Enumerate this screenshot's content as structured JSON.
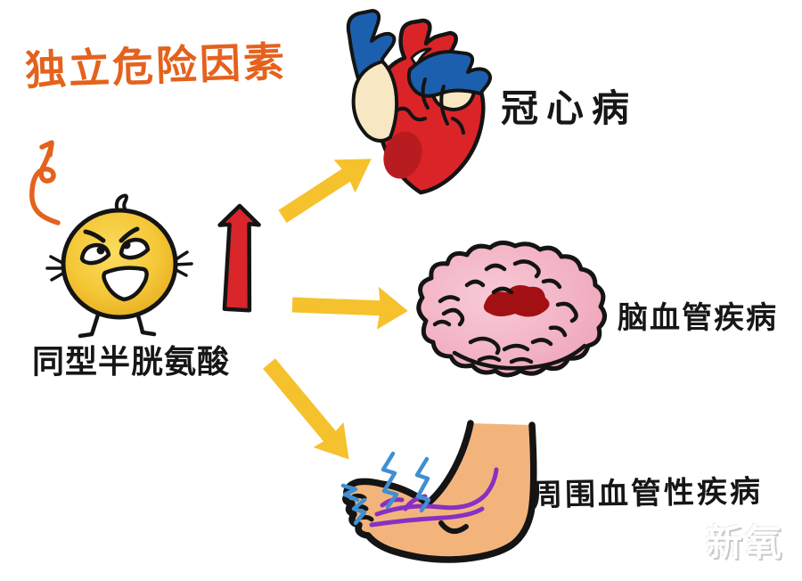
{
  "title": {
    "text": "独立危险因素"
  },
  "source": {
    "label": "同型半胱氨酸",
    "character": "homocysteine-ball-character",
    "trend": "increase"
  },
  "targets": [
    {
      "label": "冠心病",
      "organ": "heart"
    },
    {
      "label": "脑血管疾病",
      "organ": "brain"
    },
    {
      "label": "周围血管性疾病",
      "organ": "foot"
    }
  ],
  "watermark": {
    "text": "新氧"
  },
  "colors": {
    "page_bg": "#FFFFFF",
    "outline": "#141414",
    "title_orange": "#E4621D",
    "label_black": "#161616",
    "red_arrow": "#D8262B",
    "yellow_arrow": "#F5C22D",
    "ball_light": "#FBDC60",
    "ball_mid": "#F4C838",
    "ball_edge": "#E7AC20",
    "heart_red": "#DB2428",
    "heart_patch": "#B91C20",
    "vessel_blue": "#1C5FAF",
    "atrium_cream": "#F7E7C2",
    "brain_pink_light": "#F8CBD7",
    "brain_pink": "#EFA4BA",
    "brain_clot": "#A31013",
    "foot_skin": "#F3B47C",
    "vein_purple": "#8830C2",
    "zigzag_blue": "#3F8FD2",
    "watermark_white": "#FFFFFF",
    "watermark_shadow": "#C9C9C9"
  }
}
